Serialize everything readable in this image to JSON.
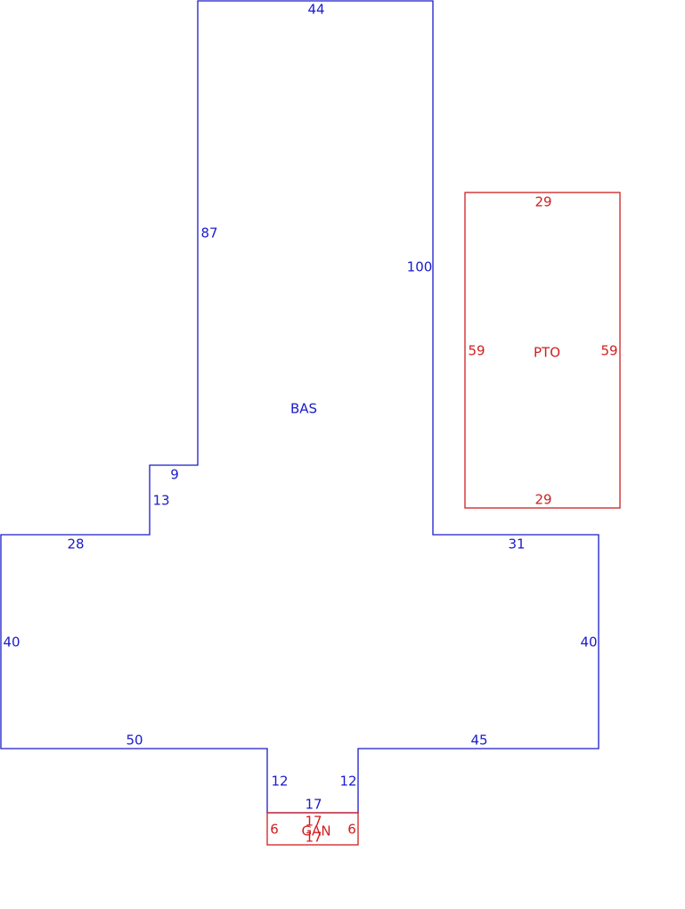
{
  "colors": {
    "base_area": "#1a1acc",
    "addition_area": "#d01e1e"
  },
  "areas": {
    "bas": {
      "code": "BAS",
      "edges": {
        "top": "44",
        "left_upper": "87",
        "right_upper": "100",
        "step_horizontal": "9",
        "step_vertical": "13",
        "left_wing_top": "28",
        "right_wing_top": "31",
        "left_wing_side": "40",
        "right_wing_side": "40",
        "bottom_left": "50",
        "bottom_right": "45",
        "notch_left": "12",
        "notch_right": "12",
        "notch_bottom": "17"
      }
    },
    "pto": {
      "code": "PTO",
      "edges": {
        "top": "29",
        "bottom": "29",
        "left": "59",
        "right": "59"
      }
    },
    "gar": {
      "code": "GAN",
      "edges": {
        "top": "17",
        "bottom": "17",
        "left": "6",
        "right": "6"
      }
    }
  }
}
